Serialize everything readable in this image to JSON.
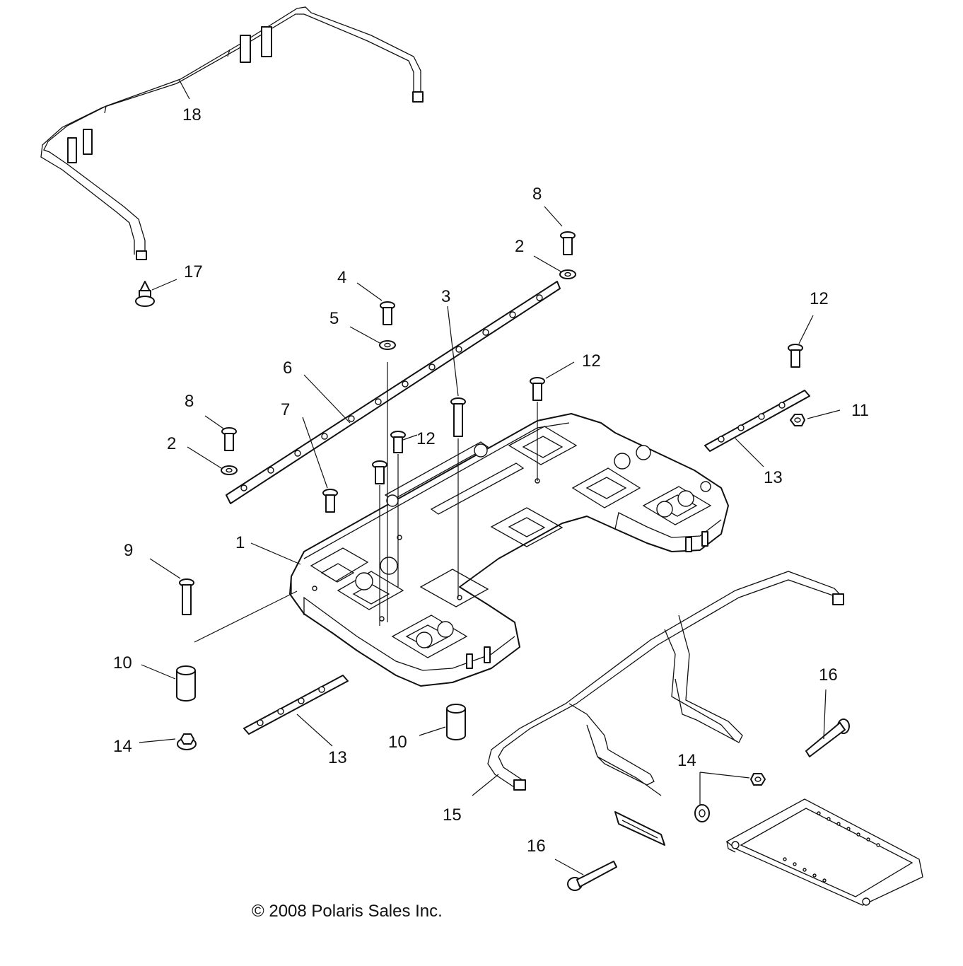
{
  "copyright": "© 2008 Polaris Sales Inc.",
  "callouts": {
    "c1": "1",
    "c2a": "2",
    "c2b": "2",
    "c3": "3",
    "c4": "4",
    "c5": "5",
    "c6": "6",
    "c7": "7",
    "c8a": "8",
    "c8b": "8",
    "c9": "9",
    "c10a": "10",
    "c10b": "10",
    "c11": "11",
    "c12a": "12",
    "c12b": "12",
    "c12c": "12",
    "c13a": "13",
    "c13b": "13",
    "c14a": "14",
    "c14b": "14",
    "c15": "15",
    "c16a": "16",
    "c16b": "16",
    "c17": "17",
    "c18": "18"
  },
  "line_color": "#111111",
  "background": "#ffffff"
}
